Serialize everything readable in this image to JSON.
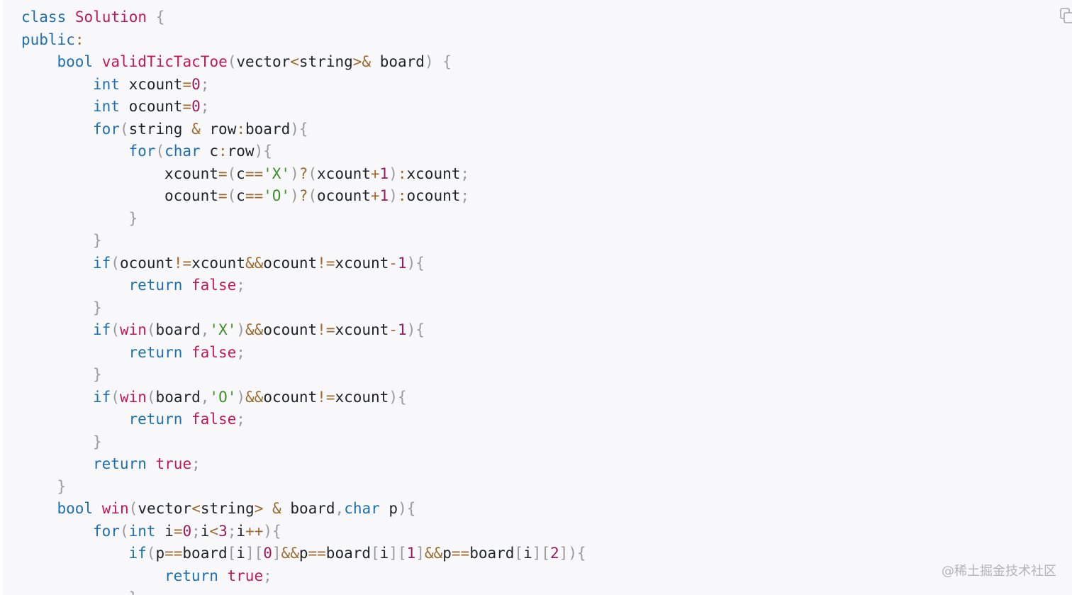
{
  "code_block": {
    "lines": [
      {
        "indent": 0,
        "tokens": [
          [
            "kw",
            "class"
          ],
          [
            "plain",
            " "
          ],
          [
            "fn",
            "Solution"
          ],
          [
            "plain",
            " "
          ],
          [
            "pun",
            "{"
          ]
        ]
      },
      {
        "indent": 0,
        "tokens": [
          [
            "kw",
            "public"
          ],
          [
            "op",
            ":"
          ]
        ]
      },
      {
        "indent": 1,
        "tokens": [
          [
            "kw",
            "bool"
          ],
          [
            "plain",
            " "
          ],
          [
            "fn",
            "validTicTacToe"
          ],
          [
            "pun",
            "("
          ],
          [
            "plain",
            "vector"
          ],
          [
            "op",
            "<"
          ],
          [
            "plain",
            "string"
          ],
          [
            "op",
            ">&"
          ],
          [
            "plain",
            " board"
          ],
          [
            "pun",
            ")"
          ],
          [
            "plain",
            " "
          ],
          [
            "pun",
            "{"
          ]
        ]
      },
      {
        "indent": 2,
        "tokens": [
          [
            "kw",
            "int"
          ],
          [
            "plain",
            " xcount"
          ],
          [
            "op",
            "="
          ],
          [
            "num",
            "0"
          ],
          [
            "pun",
            ";"
          ]
        ]
      },
      {
        "indent": 2,
        "tokens": [
          [
            "kw",
            "int"
          ],
          [
            "plain",
            " ocount"
          ],
          [
            "op",
            "="
          ],
          [
            "num",
            "0"
          ],
          [
            "pun",
            ";"
          ]
        ]
      },
      {
        "indent": 2,
        "tokens": [
          [
            "kw",
            "for"
          ],
          [
            "pun",
            "("
          ],
          [
            "plain",
            "string "
          ],
          [
            "op",
            "&"
          ],
          [
            "plain",
            " row"
          ],
          [
            "op",
            ":"
          ],
          [
            "plain",
            "board"
          ],
          [
            "pun",
            "){"
          ]
        ]
      },
      {
        "indent": 3,
        "tokens": [
          [
            "kw",
            "for"
          ],
          [
            "pun",
            "("
          ],
          [
            "kw",
            "char"
          ],
          [
            "plain",
            " c"
          ],
          [
            "op",
            ":"
          ],
          [
            "plain",
            "row"
          ],
          [
            "pun",
            "){"
          ]
        ]
      },
      {
        "indent": 4,
        "tokens": [
          [
            "plain",
            "xcount"
          ],
          [
            "op",
            "="
          ],
          [
            "pun",
            "("
          ],
          [
            "plain",
            "c"
          ],
          [
            "op",
            "=="
          ],
          [
            "str",
            "'X'"
          ],
          [
            "pun",
            ")"
          ],
          [
            "op",
            "?"
          ],
          [
            "pun",
            "("
          ],
          [
            "plain",
            "xcount"
          ],
          [
            "op",
            "+"
          ],
          [
            "num",
            "1"
          ],
          [
            "pun",
            ")"
          ],
          [
            "op",
            ":"
          ],
          [
            "plain",
            "xcount"
          ],
          [
            "pun",
            ";"
          ]
        ]
      },
      {
        "indent": 4,
        "tokens": [
          [
            "plain",
            "ocount"
          ],
          [
            "op",
            "="
          ],
          [
            "pun",
            "("
          ],
          [
            "plain",
            "c"
          ],
          [
            "op",
            "=="
          ],
          [
            "str",
            "'O'"
          ],
          [
            "pun",
            ")"
          ],
          [
            "op",
            "?"
          ],
          [
            "pun",
            "("
          ],
          [
            "plain",
            "ocount"
          ],
          [
            "op",
            "+"
          ],
          [
            "num",
            "1"
          ],
          [
            "pun",
            ")"
          ],
          [
            "op",
            ":"
          ],
          [
            "plain",
            "ocount"
          ],
          [
            "pun",
            ";"
          ]
        ]
      },
      {
        "indent": 3,
        "tokens": [
          [
            "pun",
            "}"
          ]
        ]
      },
      {
        "indent": 2,
        "tokens": [
          [
            "pun",
            "}"
          ]
        ]
      },
      {
        "indent": 2,
        "tokens": [
          [
            "kw",
            "if"
          ],
          [
            "pun",
            "("
          ],
          [
            "plain",
            "ocount"
          ],
          [
            "op",
            "!="
          ],
          [
            "plain",
            "xcount"
          ],
          [
            "op",
            "&&"
          ],
          [
            "plain",
            "ocount"
          ],
          [
            "op",
            "!="
          ],
          [
            "plain",
            "xcount"
          ],
          [
            "op",
            "-"
          ],
          [
            "num",
            "1"
          ],
          [
            "pun",
            "){"
          ]
        ]
      },
      {
        "indent": 3,
        "tokens": [
          [
            "kw",
            "return"
          ],
          [
            "plain",
            " "
          ],
          [
            "fn",
            "false"
          ],
          [
            "pun",
            ";"
          ]
        ]
      },
      {
        "indent": 2,
        "tokens": [
          [
            "pun",
            "}"
          ]
        ]
      },
      {
        "indent": 2,
        "tokens": [
          [
            "kw",
            "if"
          ],
          [
            "pun",
            "("
          ],
          [
            "fn",
            "win"
          ],
          [
            "pun",
            "("
          ],
          [
            "plain",
            "board"
          ],
          [
            "pun",
            ","
          ],
          [
            "str",
            "'X'"
          ],
          [
            "pun",
            ")"
          ],
          [
            "op",
            "&&"
          ],
          [
            "plain",
            "ocount"
          ],
          [
            "op",
            "!="
          ],
          [
            "plain",
            "xcount"
          ],
          [
            "op",
            "-"
          ],
          [
            "num",
            "1"
          ],
          [
            "pun",
            "){"
          ]
        ]
      },
      {
        "indent": 3,
        "tokens": [
          [
            "kw",
            "return"
          ],
          [
            "plain",
            " "
          ],
          [
            "fn",
            "false"
          ],
          [
            "pun",
            ";"
          ]
        ]
      },
      {
        "indent": 2,
        "tokens": [
          [
            "pun",
            "}"
          ]
        ]
      },
      {
        "indent": 2,
        "tokens": [
          [
            "kw",
            "if"
          ],
          [
            "pun",
            "("
          ],
          [
            "fn",
            "win"
          ],
          [
            "pun",
            "("
          ],
          [
            "plain",
            "board"
          ],
          [
            "pun",
            ","
          ],
          [
            "str",
            "'O'"
          ],
          [
            "pun",
            ")"
          ],
          [
            "op",
            "&&"
          ],
          [
            "plain",
            "ocount"
          ],
          [
            "op",
            "!="
          ],
          [
            "plain",
            "xcount"
          ],
          [
            "pun",
            "){"
          ]
        ]
      },
      {
        "indent": 3,
        "tokens": [
          [
            "kw",
            "return"
          ],
          [
            "plain",
            " "
          ],
          [
            "fn",
            "false"
          ],
          [
            "pun",
            ";"
          ]
        ]
      },
      {
        "indent": 2,
        "tokens": [
          [
            "pun",
            "}"
          ]
        ]
      },
      {
        "indent": 2,
        "tokens": [
          [
            "kw",
            "return"
          ],
          [
            "plain",
            " "
          ],
          [
            "fn",
            "true"
          ],
          [
            "pun",
            ";"
          ]
        ]
      },
      {
        "indent": 1,
        "tokens": [
          [
            "pun",
            "}"
          ]
        ]
      },
      {
        "indent": 1,
        "tokens": [
          [
            "kw",
            "bool"
          ],
          [
            "plain",
            " "
          ],
          [
            "fn",
            "win"
          ],
          [
            "pun",
            "("
          ],
          [
            "plain",
            "vector"
          ],
          [
            "op",
            "<"
          ],
          [
            "plain",
            "string"
          ],
          [
            "op",
            ">"
          ],
          [
            "plain",
            " "
          ],
          [
            "op",
            "&"
          ],
          [
            "plain",
            " board"
          ],
          [
            "pun",
            ","
          ],
          [
            "kw",
            "char"
          ],
          [
            "plain",
            " p"
          ],
          [
            "pun",
            "){"
          ]
        ]
      },
      {
        "indent": 2,
        "tokens": [
          [
            "kw",
            "for"
          ],
          [
            "pun",
            "("
          ],
          [
            "kw",
            "int"
          ],
          [
            "plain",
            " i"
          ],
          [
            "op",
            "="
          ],
          [
            "num",
            "0"
          ],
          [
            "pun",
            ";"
          ],
          [
            "plain",
            "i"
          ],
          [
            "op",
            "<"
          ],
          [
            "num",
            "3"
          ],
          [
            "pun",
            ";"
          ],
          [
            "plain",
            "i"
          ],
          [
            "op",
            "++"
          ],
          [
            "pun",
            "){"
          ]
        ]
      },
      {
        "indent": 3,
        "tokens": [
          [
            "kw",
            "if"
          ],
          [
            "pun",
            "("
          ],
          [
            "plain",
            "p"
          ],
          [
            "op",
            "=="
          ],
          [
            "plain",
            "board"
          ],
          [
            "pun",
            "["
          ],
          [
            "plain",
            "i"
          ],
          [
            "pun",
            "]["
          ],
          [
            "num",
            "0"
          ],
          [
            "pun",
            "]"
          ],
          [
            "op",
            "&&"
          ],
          [
            "plain",
            "p"
          ],
          [
            "op",
            "=="
          ],
          [
            "plain",
            "board"
          ],
          [
            "pun",
            "["
          ],
          [
            "plain",
            "i"
          ],
          [
            "pun",
            "]["
          ],
          [
            "num",
            "1"
          ],
          [
            "pun",
            "]"
          ],
          [
            "op",
            "&&"
          ],
          [
            "plain",
            "p"
          ],
          [
            "op",
            "=="
          ],
          [
            "plain",
            "board"
          ],
          [
            "pun",
            "["
          ],
          [
            "plain",
            "i"
          ],
          [
            "pun",
            "]["
          ],
          [
            "num",
            "2"
          ],
          [
            "pun",
            "]){"
          ]
        ]
      },
      {
        "indent": 4,
        "tokens": [
          [
            "kw",
            "return"
          ],
          [
            "plain",
            " "
          ],
          [
            "fn",
            "true"
          ],
          [
            "pun",
            ";"
          ]
        ]
      },
      {
        "indent": 3,
        "tokens": [
          [
            "pun",
            "}"
          ]
        ]
      }
    ]
  },
  "copy_button": {
    "icon": "copy-icon"
  },
  "watermark": {
    "text": "@稀土掘金技术社区"
  },
  "colors": {
    "background": "#f8f8fa",
    "keyword": "#1d6fb0",
    "function": "#c2185b",
    "number": "#9c1a5b",
    "string": "#3f8f2a",
    "punctuation": "#9a9a9a",
    "operator": "#9b6a2f",
    "text": "#1f2328"
  }
}
